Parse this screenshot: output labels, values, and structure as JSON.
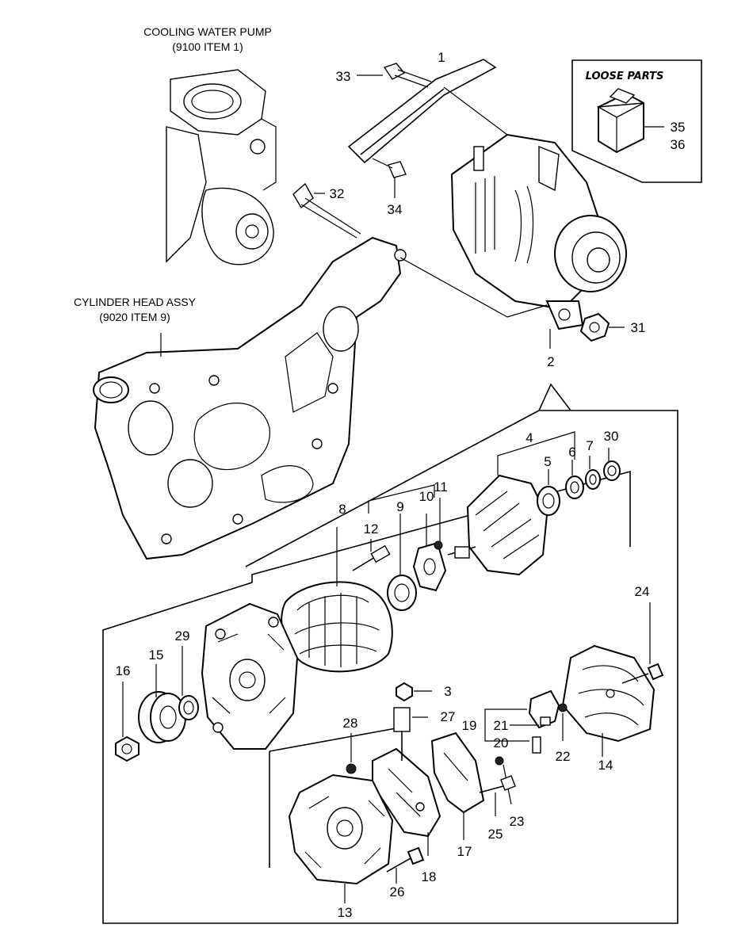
{
  "captions": {
    "water_pump_line1": "COOLING WATER PUMP",
    "water_pump_line2": "(9100 ITEM 1)",
    "cylinder_head_line1": "CYLINDER HEAD ASSY",
    "cylinder_head_line2": "(9020 ITEM 9)",
    "loose_parts": "LOOSE PARTS"
  },
  "labels": {
    "p1": "1",
    "p2": "2",
    "p3": "3",
    "p4": "4",
    "p5": "5",
    "p6": "6",
    "p7": "7",
    "p8": "8",
    "p9": "9",
    "p10": "10",
    "p11": "11",
    "p12": "12",
    "p13": "13",
    "p14": "14",
    "p15": "15",
    "p16": "16",
    "p17": "17",
    "p18": "18",
    "p19": "19",
    "p20": "20",
    "p21": "21",
    "p22": "22",
    "p23": "23",
    "p24": "24",
    "p25": "25",
    "p26": "26",
    "p27": "27",
    "p28": "28",
    "p29": "29",
    "p30": "30",
    "p31": "31",
    "p32": "32",
    "p33": "33",
    "p34": "34",
    "p35": "35",
    "p36": "36"
  }
}
